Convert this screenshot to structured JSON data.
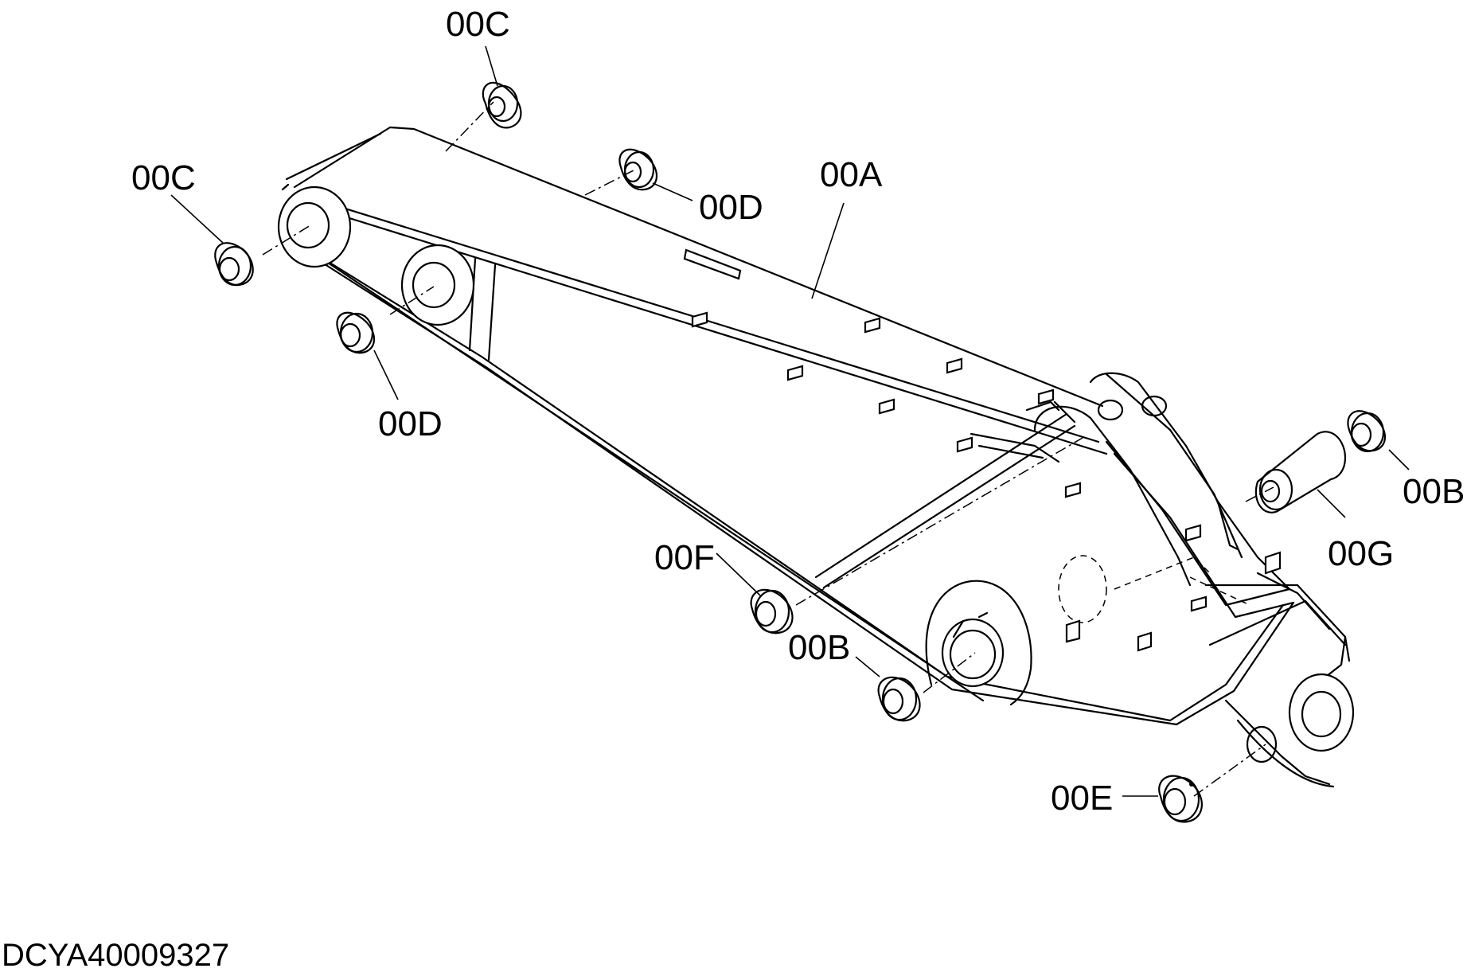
{
  "figure": {
    "reference_code": "DCYA40009327"
  },
  "callouts": {
    "boom": "00A",
    "bushing_b_right": "00B",
    "bushing_b_lower": "00B",
    "bushing_c_top": "00C",
    "bushing_c_left": "00C",
    "bushing_d_top": "00D",
    "bushing_d_left": "00D",
    "bushing_e": "00E",
    "bushing_f": "00F",
    "bushing_g": "00G"
  }
}
